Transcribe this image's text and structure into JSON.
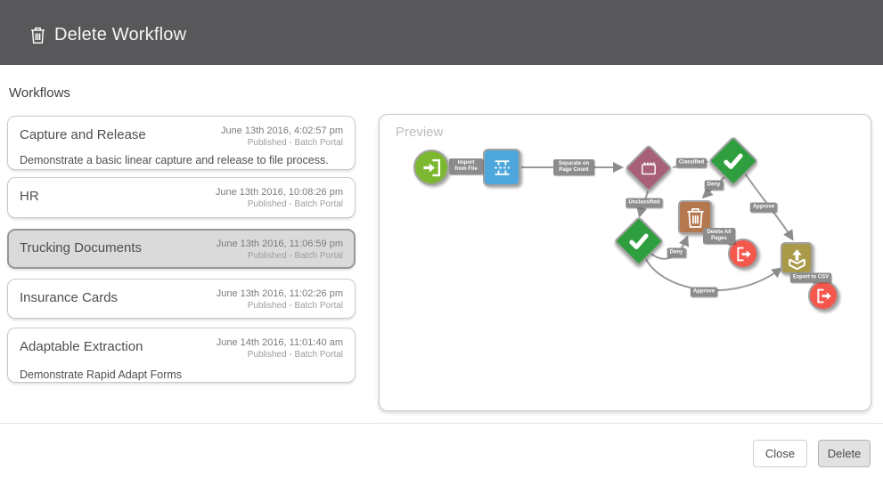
{
  "header": {
    "title": "Delete Workflow"
  },
  "section": {
    "title": "Workflows"
  },
  "workflows": [
    {
      "name": "Capture and Release",
      "date": "June 13th 2016, 4:02:57 pm",
      "status": "Published - Batch Portal",
      "description": "Demonstrate a basic linear capture and release to file process.",
      "selected": false
    },
    {
      "name": "HR",
      "date": "June 13th 2016, 10:08:26 pm",
      "status": "Published - Batch Portal",
      "description": "",
      "selected": false
    },
    {
      "name": "Trucking Documents",
      "date": "June 13th 2016, 11:06:59 pm",
      "status": "Published - Batch Portal",
      "description": "",
      "selected": true
    },
    {
      "name": "Insurance Cards",
      "date": "June 13th 2016, 11:02:26 pm",
      "status": "Published - Batch Portal",
      "description": "",
      "selected": false
    },
    {
      "name": "Adaptable Extraction",
      "date": "June 14th 2016, 11:01:40 am",
      "status": "Published - Batch Portal",
      "description": "Demonstrate Rapid Adapt Forms",
      "selected": false
    }
  ],
  "preview": {
    "label": "Preview",
    "nodes": [
      {
        "id": "import",
        "shape": "circle",
        "color": "#7cb82f",
        "icon": "import-door-icon"
      },
      {
        "id": "separate",
        "shape": "square",
        "color": "#4da7dd",
        "icon": "page-separator-icon"
      },
      {
        "id": "classify",
        "shape": "diamond",
        "color": "#a86079",
        "icon": "document-tabs-icon"
      },
      {
        "id": "review-top",
        "shape": "diamond",
        "color": "#2e9e3e",
        "icon": "checkmark-icon"
      },
      {
        "id": "delete-pages",
        "shape": "square",
        "color": "#b5774e",
        "icon": "trash-icon"
      },
      {
        "id": "review-bottom",
        "shape": "diamond",
        "color": "#2e9e3e",
        "icon": "checkmark-icon"
      },
      {
        "id": "end-1",
        "shape": "circle",
        "color": "#f4574c",
        "icon": "exit-door-icon"
      },
      {
        "id": "export",
        "shape": "square",
        "color": "#a89a48",
        "icon": "export-box-icon"
      },
      {
        "id": "end-2",
        "shape": "circle",
        "color": "#f4574c",
        "icon": "exit-door-icon"
      }
    ],
    "badges": {
      "import_from_file": "Import from File",
      "separate_on_page_count": "Separate on Page Count",
      "classified": "Classified",
      "unclassified": "Unclassified",
      "deny_top": "Deny",
      "deny_bottom": "Deny",
      "approve_right": "Approve",
      "approve_bottom": "Approve",
      "delete_all_pages": "Delete All Pages",
      "export_to_csv": "Export to CSV"
    }
  },
  "footer": {
    "close_label": "Close",
    "delete_label": "Delete"
  },
  "colors": {
    "header_bg": "#58585a",
    "selected_card_bg": "#dadada",
    "edge": "#999999",
    "badge_bg": "#8c8c8c"
  }
}
